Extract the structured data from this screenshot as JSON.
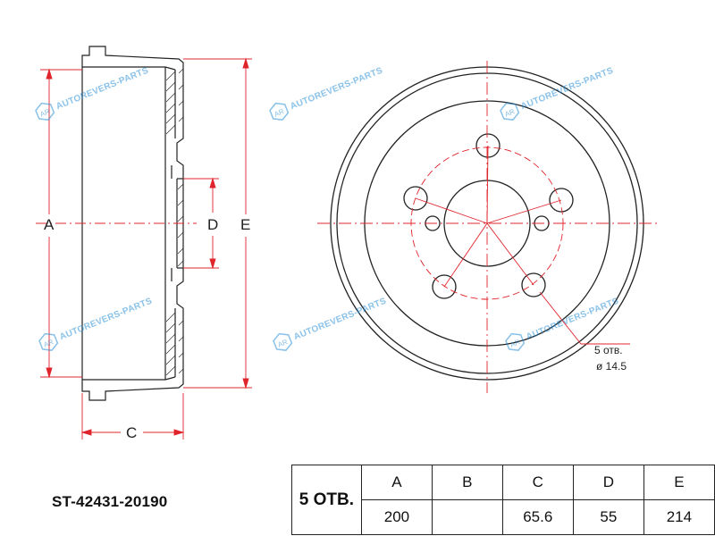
{
  "part_number": "ST-42431-20190",
  "dimension_letters": {
    "A": "A",
    "C": "C",
    "D": "D",
    "E": "E"
  },
  "hole_note": {
    "count_text": "5 отв.",
    "diameter_text": "ø 14.5"
  },
  "spec_table": {
    "holes_label": "5 ОТВ.",
    "headers": [
      "A",
      "B",
      "C",
      "D",
      "E"
    ],
    "values": [
      "200",
      "",
      "65.6",
      "55",
      "214"
    ]
  },
  "watermark": {
    "text": "AUTOREVERS-PARTS",
    "color": "#2a8fd6"
  },
  "colors": {
    "dimension_red": "#e0242c",
    "outline": "#222222"
  }
}
